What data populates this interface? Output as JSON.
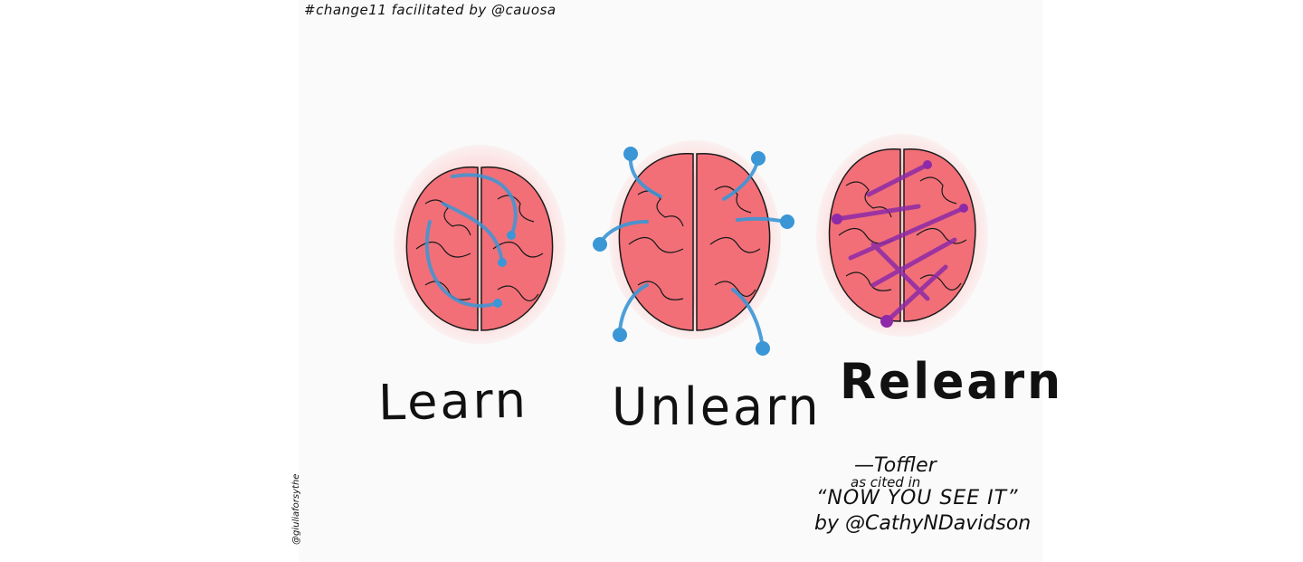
{
  "header_text": "#change11 facilitated by @cauosa",
  "brains": [
    {
      "label": "Learn",
      "arrow_color": "#3b96d6"
    },
    {
      "label": "Unlearn",
      "arrow_color": "#3b96d6"
    },
    {
      "label": "Relearn",
      "arrow_color": "#8e2aa8"
    }
  ],
  "quote": {
    "author": "—Toffler",
    "cited": "as cited in",
    "book": "“NOW YOU SEE IT”",
    "by": "by @CathyNDavidson"
  },
  "artist_credit": "@giuliaforsythe",
  "colors": {
    "brain_fill": "#f26f78",
    "brain_glow": "#ffc6c6",
    "outline": "#1a1a1a",
    "learn_arrows": "#3b96d6",
    "relearn_arrows": "#8e2aa8"
  }
}
